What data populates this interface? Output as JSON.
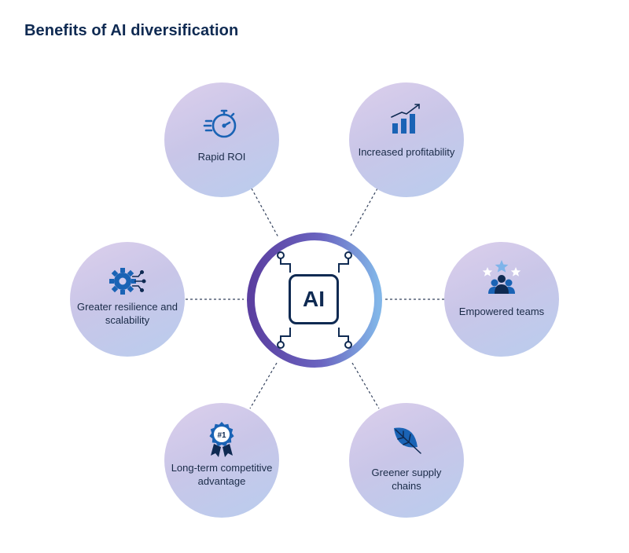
{
  "title": "Benefits of AI diversification",
  "center": {
    "label": "AI"
  },
  "nodes": [
    {
      "id": "rapid-roi",
      "label": "Rapid ROI",
      "icon": "stopwatch-icon"
    },
    {
      "id": "increased-profitability",
      "label": "Increased profitability",
      "icon": "growth-chart-icon"
    },
    {
      "id": "empowered-teams",
      "label": "Empowered teams",
      "icon": "team-stars-icon"
    },
    {
      "id": "greener-supply-chains",
      "label": "Greener supply chains",
      "icon": "leaf-icon"
    },
    {
      "id": "long-term-advantage",
      "label": "Long-term competitive advantage",
      "icon": "award-badge-icon"
    },
    {
      "id": "resilience-scalability",
      "label": "Greater resilience and scalability",
      "icon": "gear-network-icon"
    }
  ],
  "colors": {
    "title": "#0f2a52",
    "ring_start": "#5b3fa0",
    "ring_end": "#7fb0e6",
    "icon_blue": "#1a63b5",
    "icon_light": "#7fb4ea",
    "node_top": "#dccfec",
    "node_bottom": "#b9cdee"
  }
}
